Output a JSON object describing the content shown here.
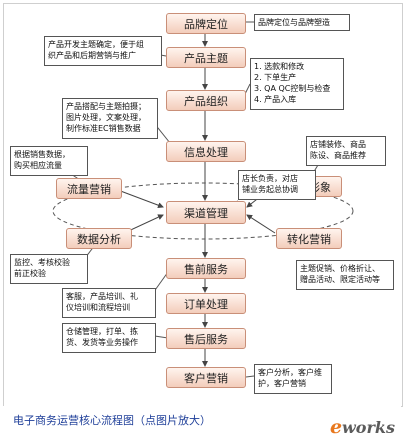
{
  "steps": {
    "brand": "品牌定位",
    "theme": "产品主题",
    "organize": "产品组织",
    "info": "信息处理",
    "channel": "渠道管理",
    "presale": "售前服务",
    "order": "订单处理",
    "aftersale": "售后服务",
    "customer": "客户营销"
  },
  "side": {
    "traffic": "流量营销",
    "store": "店铺形象",
    "data": "数据分析",
    "conversion": "转化营销"
  },
  "notes": {
    "brand": [
      "品牌定位与品牌塑造"
    ],
    "theme": [
      "产品开发主题确定，便于组",
      "织产品和后期营销与推广"
    ],
    "organize": [
      "1.  选款和修改",
      "2.  下单生产",
      "3.  QA QC控制与检查",
      "4.  产品入库"
    ],
    "info": [
      "产品搭配与主题拍摄；",
      "图片处理，文案处理，",
      "制作标准EC销售数据"
    ],
    "traffic": [
      "根据销售数据，",
      "购买相应流量"
    ],
    "store": [
      "店铺装修、商品",
      "陈设、商品推荐"
    ],
    "channel": [
      "店长负责，对店",
      "铺业务起总协调"
    ],
    "data": [
      "监控、考核校验",
      "前正校验"
    ],
    "conversion": [
      "主题促销、价格折让、",
      "赠品活动、限定活动等"
    ],
    "presale": [
      "客服，产品培训、礼",
      "仪培训和流程培训"
    ],
    "aftersale": [
      "仓储管理，打单、拣",
      "货、发货等业务操作"
    ],
    "customer": [
      "客户分析，客户维",
      "护，客户营销"
    ]
  },
  "caption": "电子商务运营核心流程图（点图片放大）",
  "logo": {
    "e": "e",
    "rest": "works"
  }
}
